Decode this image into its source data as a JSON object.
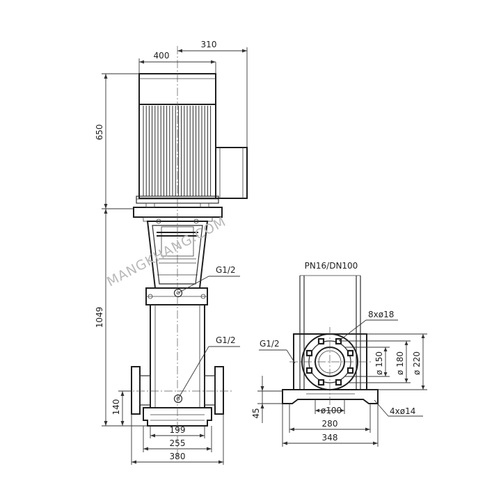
{
  "side_view": {
    "dimensions": {
      "motor_width": "400",
      "motor_offset": "310",
      "motor_height": "650",
      "pump_height": "1049",
      "port_height": "140",
      "base_inner": "199",
      "base_mid": "255",
      "base_outer": "380"
    },
    "labels": {
      "upper_port": "G1/2",
      "lower_port": "G1/2"
    }
  },
  "flange_view": {
    "title": "PN16/DN100",
    "labels": {
      "bolt_holes": "8xø18",
      "drain_port": "G1/2",
      "foot_holes": "4xø14"
    },
    "dimensions": {
      "bore": "ø 150",
      "bolt_circle": "ø 180",
      "flange_outer": "ø 220",
      "base_height": "45",
      "pipe_diameter": "ø100",
      "foot_spacing": "280",
      "base_width": "348"
    }
  },
  "watermark": "MANGKHANG.COM"
}
